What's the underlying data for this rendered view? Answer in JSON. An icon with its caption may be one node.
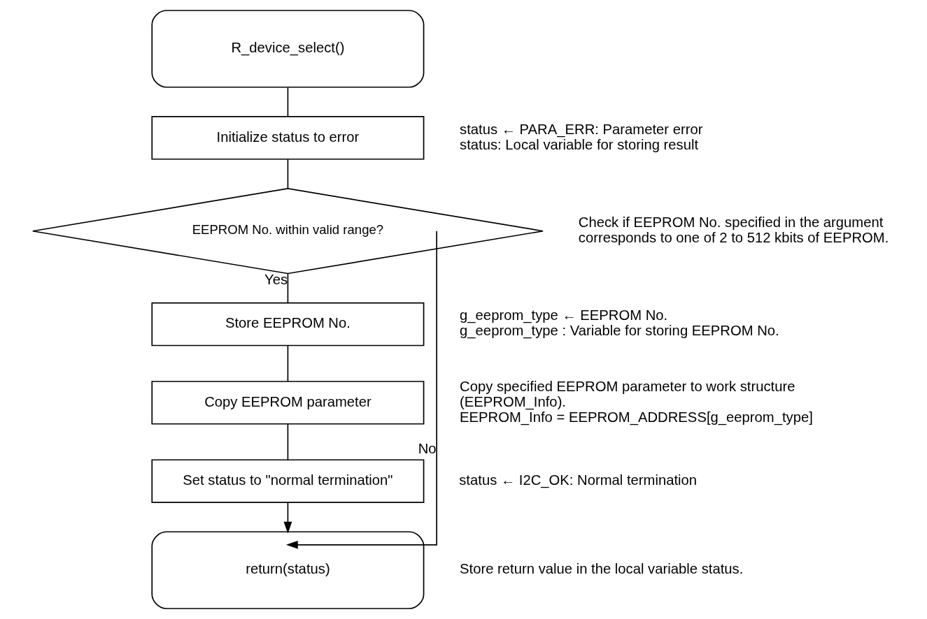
{
  "diagram": {
    "nodes": [
      {
        "text": [
          "R_device_select()"
        ]
      },
      {
        "text": [
          "Initialize status to error"
        ],
        "beside": [
          "status ← PARA_ERR: Parameter error",
          "status: Local variable for storing result"
        ]
      },
      {
        "text": [
          "EEPROM No. within valid range?"
        ],
        "beside": [
          "Check if EEPROM No. specified in the argument corresponds to one of 2 to 512 kbits of EEPROM."
        ]
      },
      {
        "text": [
          "Store EEPROM No."
        ],
        "beside": [
          "g_eeprom_type ← EEPROM No.",
          "g_eeprom_type : Variable for storing EEPROM No."
        ]
      },
      {
        "text": [
          "Copy EEPROM parameter"
        ],
        "beside": [
          "Copy specified EEPROM parameter to work structure (EEPROM_Info).",
          "EEPROM_Info = EEPROM_ADDRESS[g_eeprom_type]"
        ]
      },
      {
        "text": [
          "Set status to \"normal termination\""
        ],
        "beside": [
          "status ← I2C_OK: Normal termination"
        ]
      },
      {
        "text": [
          "return(status)"
        ],
        "beside": [
          "Store return value in the local variable status."
        ]
      }
    ],
    "edges": [
      {
        "from": 0,
        "to": 1,
        "arrow": "none"
      },
      {
        "from": 1,
        "to": 2,
        "arrow": "none"
      },
      {
        "from": 2,
        "to": 3,
        "arrow": "none",
        "label": "Yes"
      },
      {
        "from": 3,
        "to": 4,
        "arrow": "none"
      },
      {
        "from": 4,
        "to": 5,
        "arrow": "none"
      },
      {
        "from": 5,
        "to": 6,
        "arrow": "to"
      },
      {
        "from": 2,
        "to": 6,
        "arrow": "to",
        "label": "No"
      }
    ]
  }
}
